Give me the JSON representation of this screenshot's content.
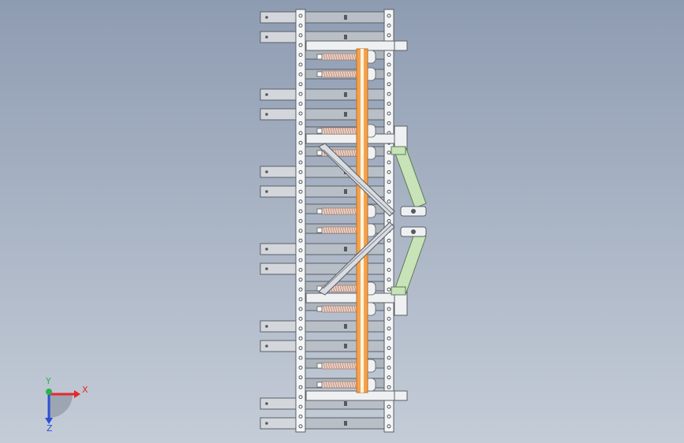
{
  "viewport": {
    "colors": {
      "frame": "#eef0f2",
      "slat": "#b9bfc7",
      "slat_edge": "#5a5f66",
      "rail": "#f4f5f6",
      "hole": "#555a61",
      "spring": "#c98f78",
      "rod": "#f6a24a",
      "rod_core": "#fff3e0",
      "green_link": "#c7e3b7",
      "green_edge": "#5f7a56",
      "brace": "#d9dde2"
    }
  },
  "triad": {
    "x_label": "X",
    "y_label": "Y",
    "z_label": "Z",
    "x_color": "#e8262a",
    "y_color": "#2bb34a",
    "z_color": "#2b4fd6"
  }
}
